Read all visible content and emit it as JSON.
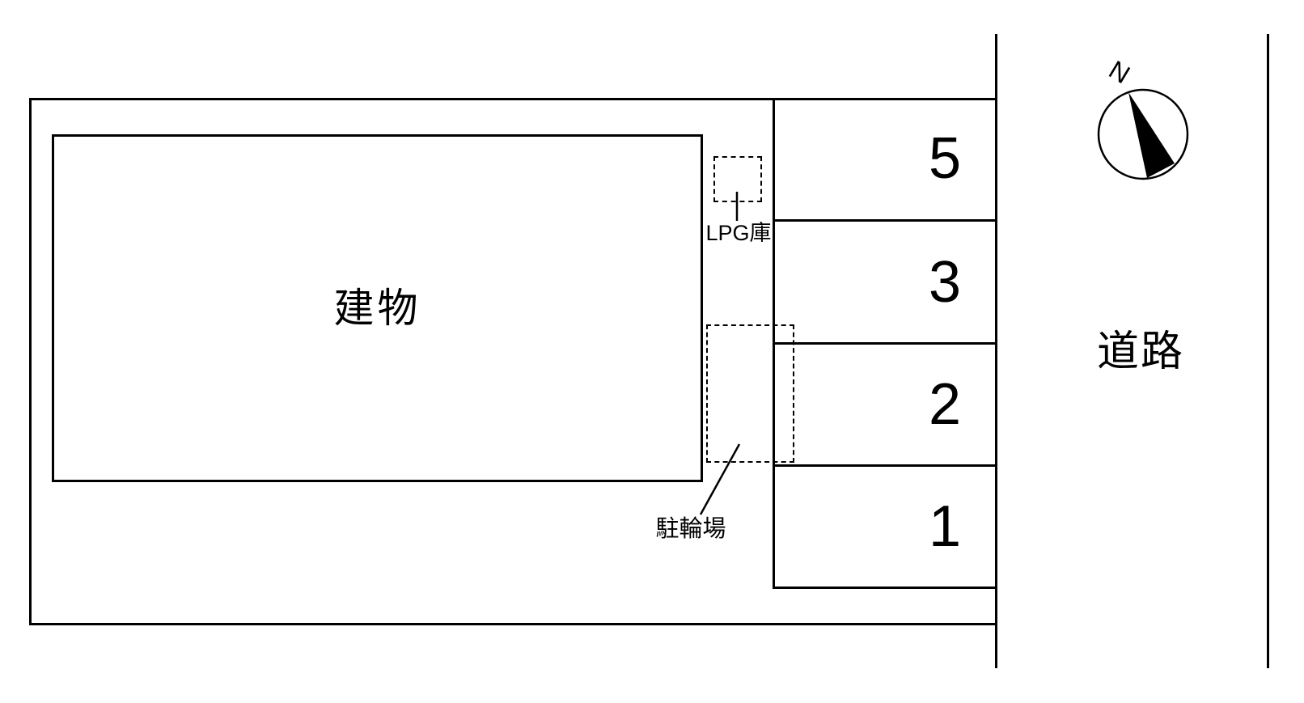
{
  "plan": {
    "building_label": "建物",
    "lpg_label": "LPG庫",
    "bicycle_parking_label": "駐輪場",
    "road_label": "道路",
    "compass_north_label": "N",
    "parking_spaces": [
      {
        "number": "5"
      },
      {
        "number": "3"
      },
      {
        "number": "2"
      },
      {
        "number": "1"
      }
    ],
    "colors": {
      "line": "#000000",
      "background": "#ffffff",
      "compass_needle": "#000000"
    }
  }
}
